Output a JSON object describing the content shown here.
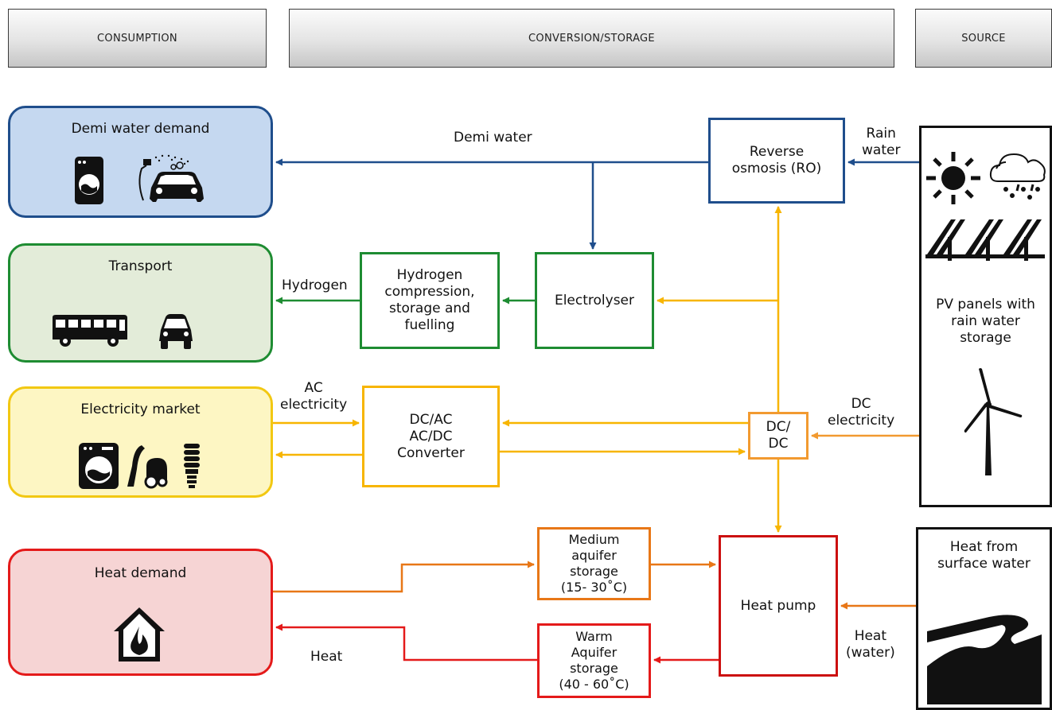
{
  "headers": {
    "consumption": "CONSUMPTION",
    "conversion": "CONVERSION/STORAGE",
    "source": "SOURCE"
  },
  "consumers": {
    "demi_water": "Demi water demand",
    "transport": "Transport",
    "electricity": "Electricity market",
    "heat": "Heat demand"
  },
  "converters": {
    "reverse_osmosis": "Reverse\nosmosis (RO)",
    "electrolyser": "Electrolyser",
    "hydrogen_storage": "Hydrogen\ncompression,\nstorage and\nfuelling",
    "dcac_converter": "DC/AC\nAC/DC\nConverter",
    "dcdc": "DC/\nDC",
    "medium_aquifer": "Medium\naquifer\nstorage\n(15- 30˚C)",
    "warm_aquifer": "Warm\nAquifer\nstorage\n(40 - 60˚C)",
    "heat_pump": "Heat pump"
  },
  "sources": {
    "pv_panels": "PV panels with\nrain water\nstorage",
    "surface_water": "Heat from\nsurface water"
  },
  "flows": {
    "demi_water": "Demi water",
    "rain_water": "Rain\nwater",
    "hydrogen": "Hydrogen",
    "ac_electricity": "AC\nelectricity",
    "dc_electricity": "DC\nelectricity",
    "heat": "Heat",
    "heat_water": "Heat\n(water)"
  },
  "colors": {
    "water_blue": "#1f4e8c",
    "hydrogen_green": "#1e8c32",
    "electric_yellow": "#f7b500",
    "dcdc_orange": "#f29a30",
    "medium_orange": "#e87717",
    "heat_red": "#e41a1a",
    "demi_fill": "#c5d8f0",
    "transport_fill": "#e3ecd9",
    "electricity_fill": "#fdf6c3",
    "heat_fill": "#f6d4d4"
  },
  "icons": [
    "washing-machine-icon",
    "car-wash-icon",
    "bus-icon",
    "car-icon",
    "washing-machine-icon",
    "vacuum-cleaner-icon",
    "light-bulb-icon",
    "house-fire-icon",
    "sun-icon",
    "rain-cloud-icon",
    "solar-panel-icon",
    "wind-turbine-icon",
    "river-icon"
  ]
}
